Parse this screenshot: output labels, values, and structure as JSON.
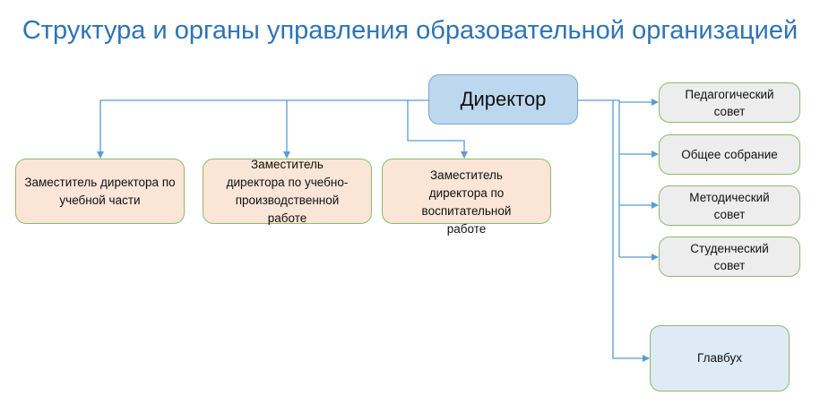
{
  "title": "Структура и органы управления образовательной организацией",
  "director": "Директор",
  "deputies": [
    "Заместитель директора по учебной части",
    "Заместитель директора по учебно-производственной работе",
    "Заместитель директора по воспитательной работе"
  ],
  "councils": [
    "Педагогический совет",
    "Общее собрание",
    "Методический совет",
    "Студенческий совет"
  ],
  "accountant": "Главбух",
  "colors": {
    "title": "#2e74b5",
    "line": "#5b9bd5",
    "director": "#bdd7ee",
    "deputy": "#fbe5d6",
    "council": "#ededed",
    "accountant": "#deebf7"
  }
}
